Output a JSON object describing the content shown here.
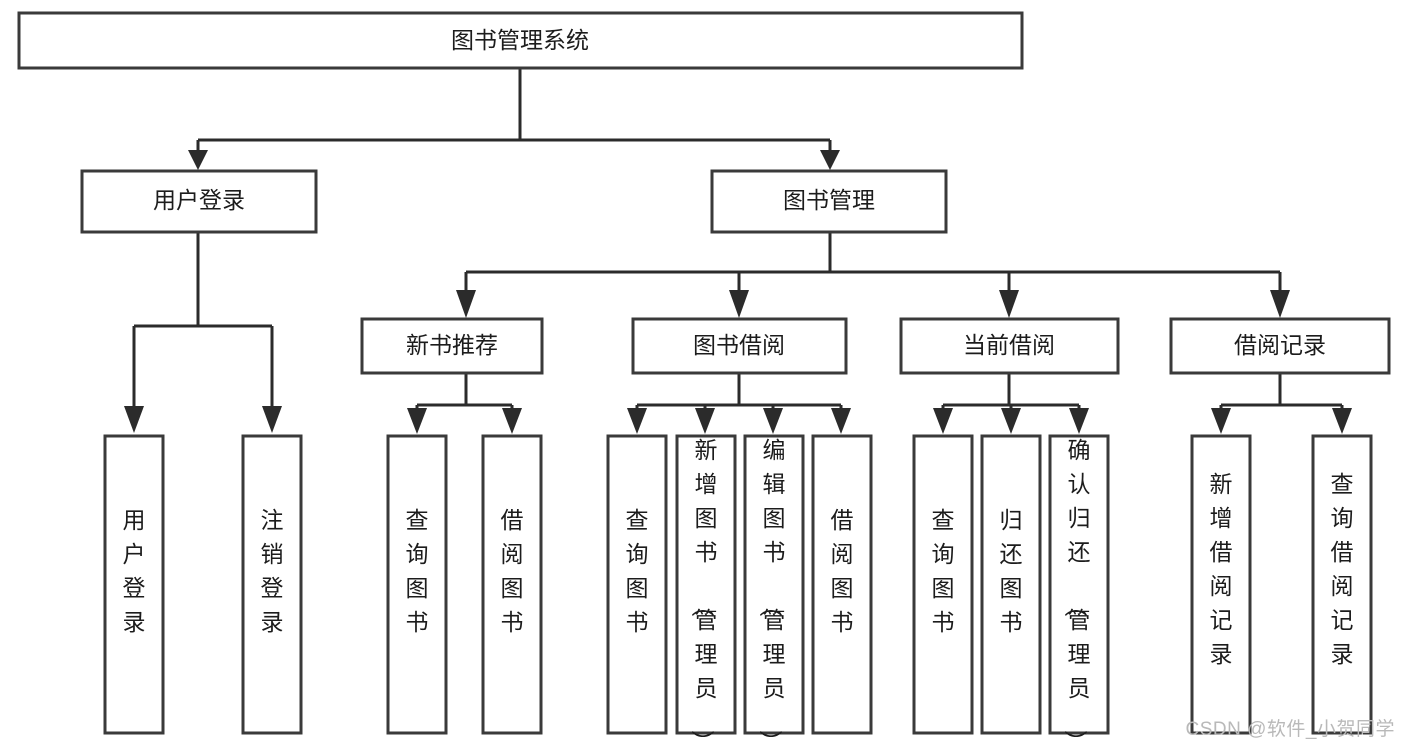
{
  "diagram": {
    "type": "tree-hierarchy-chart",
    "title": "图书管理系统",
    "watermark": "CSDN @软件_小贺同学",
    "levels": {
      "root": {
        "label": "图书管理系统"
      },
      "level2": [
        {
          "label": "用户登录"
        },
        {
          "label": "图书管理"
        }
      ],
      "level3": [
        {
          "label": "新书推荐"
        },
        {
          "label": "图书借阅"
        },
        {
          "label": "当前借阅"
        },
        {
          "label": "借阅记录"
        }
      ],
      "leaves_user_login": [
        {
          "label": "用户登录"
        },
        {
          "label": "注销登录"
        }
      ],
      "leaves_new_book": [
        {
          "label": "查询图书"
        },
        {
          "label": "借阅图书"
        }
      ],
      "leaves_borrow": [
        {
          "label": "查询图书"
        },
        {
          "label": "新增图书（管理员）"
        },
        {
          "label": "编辑图书（管理员）"
        },
        {
          "label": "借阅图书"
        }
      ],
      "leaves_current": [
        {
          "label": "查询图书"
        },
        {
          "label": "归还图书"
        },
        {
          "label": "确认归还（管理员）"
        }
      ],
      "leaves_records": [
        {
          "label": "新增借阅记录"
        },
        {
          "label": "查询借阅记录"
        }
      ]
    },
    "colors": {
      "box_stroke": "#3a3a3a",
      "box_fill": "#ffffff",
      "connector": "#2b2b2b",
      "text": "#1c1c1c",
      "watermark": "#b9b9b9",
      "background": "#ffffff"
    }
  }
}
